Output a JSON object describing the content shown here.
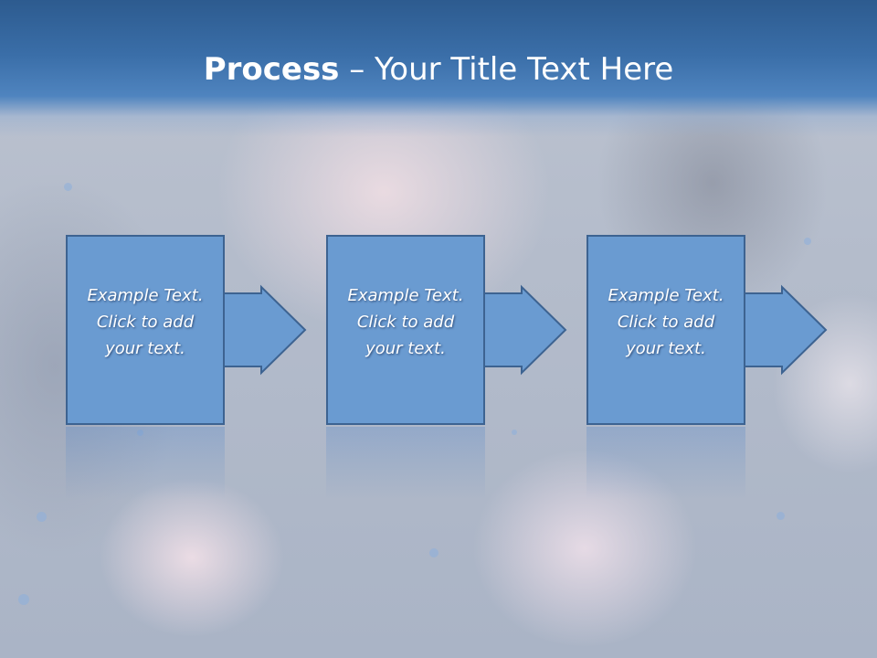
{
  "slide": {
    "title_bold": "Process",
    "title_rest": " – Your Title Text Here"
  },
  "steps": [
    {
      "text": "Example Text.\nClick  to add\nyour text."
    },
    {
      "text": "Example Text.\nClick  to add\nyour text."
    },
    {
      "text": "Example Text.\nClick  to add\nyour text."
    }
  ],
  "colors": {
    "box_fill": "#6a9bd1",
    "box_border": "#3d6391",
    "title_bar": "#3a6ea8"
  },
  "icons": [
    "arrow-right-icon",
    "arrow-right-icon",
    "arrow-right-icon"
  ]
}
